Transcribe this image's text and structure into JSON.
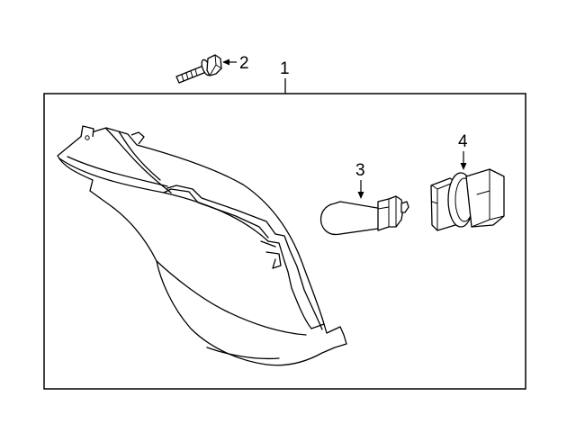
{
  "callouts": {
    "assembly": "1",
    "bolt": "2",
    "wedge_bulb": "3",
    "socket_bulb": "4"
  },
  "colors": {
    "line": "#000000",
    "background": "#ffffff"
  }
}
